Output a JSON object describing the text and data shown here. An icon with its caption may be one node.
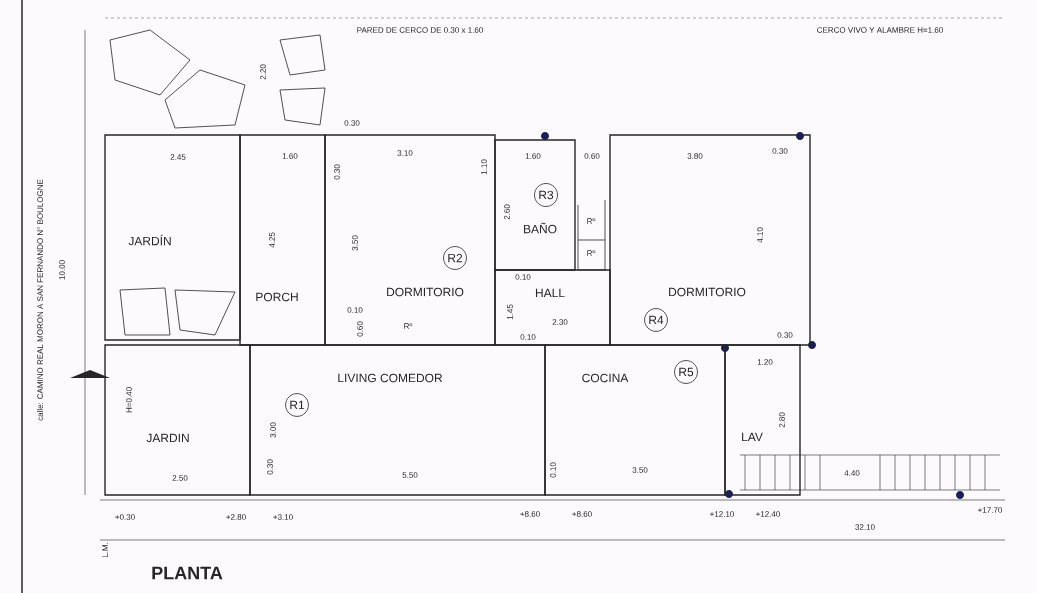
{
  "diagram": {
    "title": "PLANTA",
    "nodes": [
      {
        "text": [
          "JARDÍN"
        ]
      },
      {
        "text": [
          "PORCH"
        ]
      },
      {
        "text": [
          "DORMITORIO"
        ]
      },
      {
        "text": [
          "R2"
        ],
        "in": 2
      },
      {
        "text": [
          "BAÑO"
        ]
      },
      {
        "text": [
          "R3"
        ],
        "in": 4
      },
      {
        "text": [
          "HALL"
        ]
      },
      {
        "text": [
          "DORMITORIO"
        ]
      },
      {
        "text": [
          "R4"
        ],
        "in": 7
      },
      {
        "text": [
          "LIVING COMEDOR"
        ]
      },
      {
        "text": [
          "R1"
        ],
        "in": 9
      },
      {
        "text": [
          "JARDIN"
        ]
      },
      {
        "text": [
          "COCINA"
        ]
      },
      {
        "text": [
          "R5"
        ],
        "in": 12
      },
      {
        "text": [
          "LAV"
        ]
      }
    ],
    "labels": [
      "PARED DE CERCO DE 0.30 x 1.60",
      "CERCO VIVO Y ALAMBRE H=1.60",
      "2.20",
      "0.30",
      "2.45",
      "1.60",
      "3.10",
      "1.60",
      "0.60",
      "3.80",
      "0.30",
      "0.30",
      "1.10",
      "2.60",
      "Rº",
      "Rº",
      "4.25",
      "3.50",
      "4.10",
      "10.00",
      "0.10",
      "0.10",
      "1.45",
      "2.30",
      "Rº",
      "0.60",
      "0.10",
      "0.30",
      "1.20",
      "H=0.40",
      "3.00",
      "2.80",
      "2.50",
      "0.30",
      "5.50",
      "0.10",
      "3.50",
      "4.40",
      "+17.70",
      "+0.30",
      "+2.80",
      "+3.10",
      "+8.60",
      "+8.60",
      "+12.10",
      "+12.40",
      "32.10",
      "L.M.",
      "calle: CAMINO REAL MORON A SAN FERNANDO N° BOULOGNE"
    ]
  }
}
